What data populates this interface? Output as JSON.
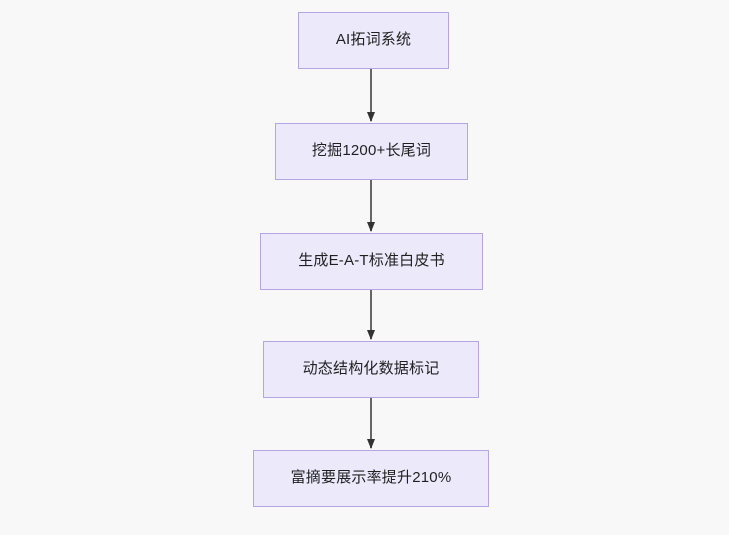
{
  "diagram": {
    "type": "flowchart",
    "direction": "top-to-bottom",
    "background_color": "#f8f8f8",
    "node_fill_color": "#ece9fb",
    "node_border_color": "#b6a5e4",
    "node_text_color": "#1f2020",
    "edge_color": "#666666",
    "arrowhead_color": "#333333",
    "nodes": [
      {
        "id": "n0",
        "label": "AI拓词系统"
      },
      {
        "id": "n1",
        "label": "挖掘1200+长尾词"
      },
      {
        "id": "n2",
        "label": "生成E-A-T标准白皮书"
      },
      {
        "id": "n3",
        "label": "动态结构化数据标记"
      },
      {
        "id": "n4",
        "label": "富摘要展示率提升210%"
      }
    ],
    "edges": [
      {
        "from": "n0",
        "to": "n1",
        "label": ""
      },
      {
        "from": "n1",
        "to": "n2",
        "label": ""
      },
      {
        "from": "n2",
        "to": "n3",
        "label": ""
      },
      {
        "from": "n3",
        "to": "n4",
        "label": ""
      }
    ]
  }
}
